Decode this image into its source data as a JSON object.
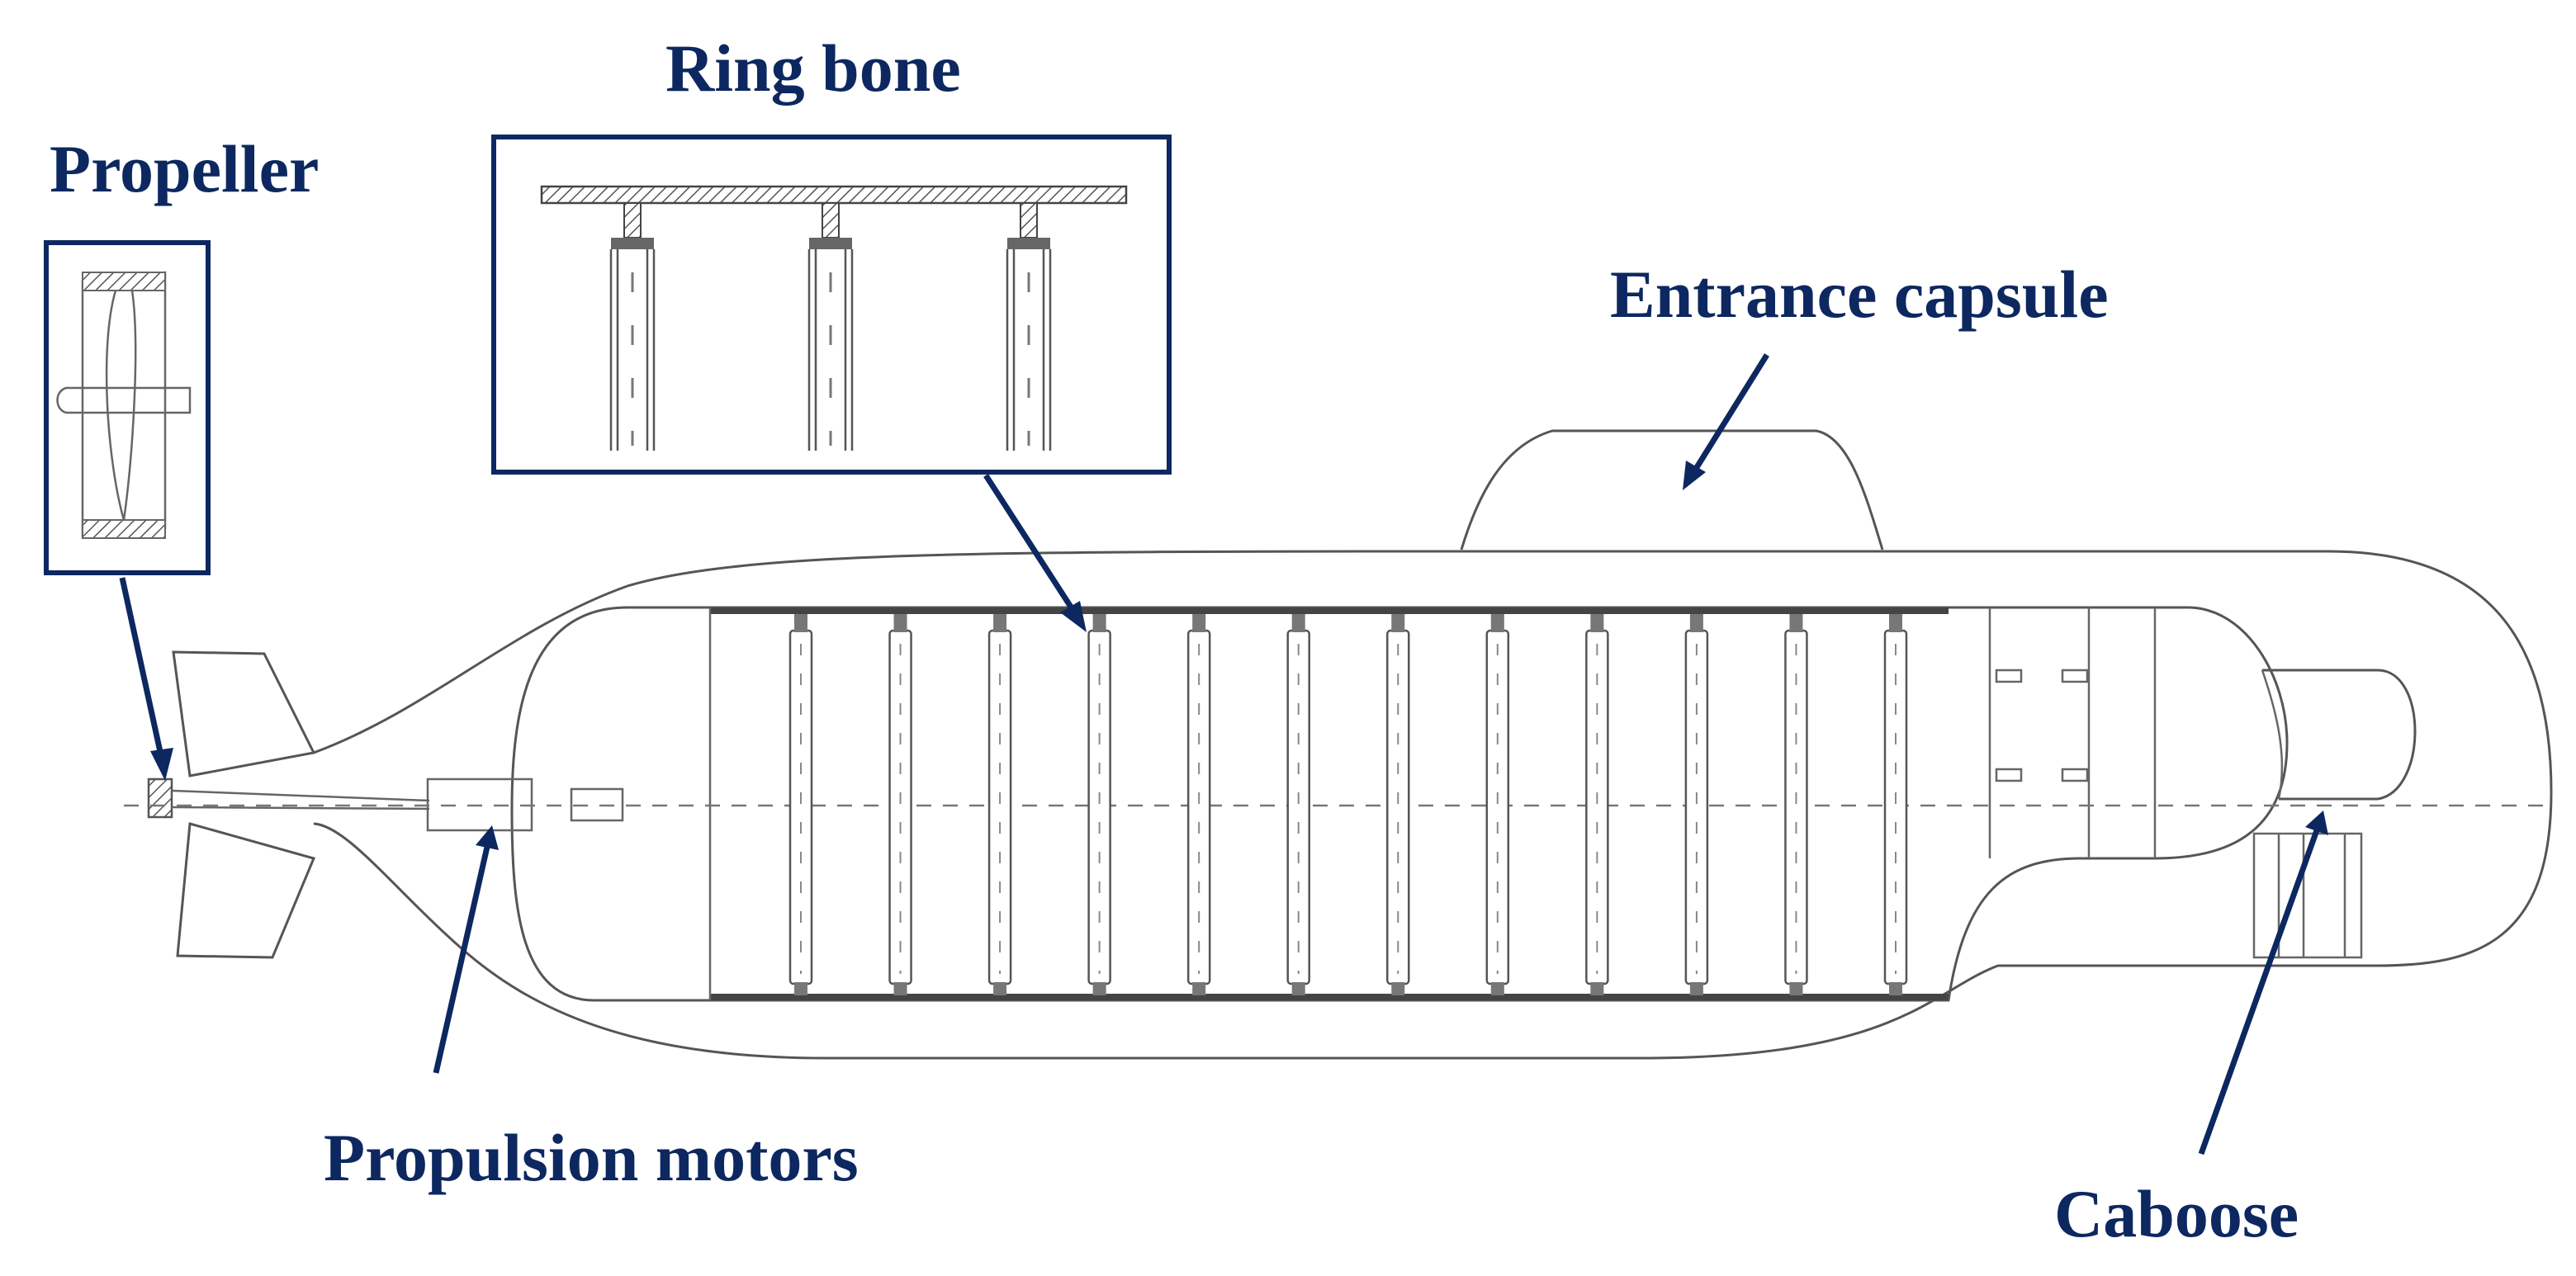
{
  "labels": {
    "propeller": "Propeller",
    "ring_bone": "Ring bone",
    "entrance_capsule": "Entrance capsule",
    "propulsion_motors": "Propulsion motors",
    "caboose": "Caboose"
  },
  "colors": {
    "label_text": "#0d2860",
    "arrow": "#0d2860",
    "drawing_lines": "#555555"
  },
  "ring_bone_count": 12,
  "inset_ring_count": 3
}
